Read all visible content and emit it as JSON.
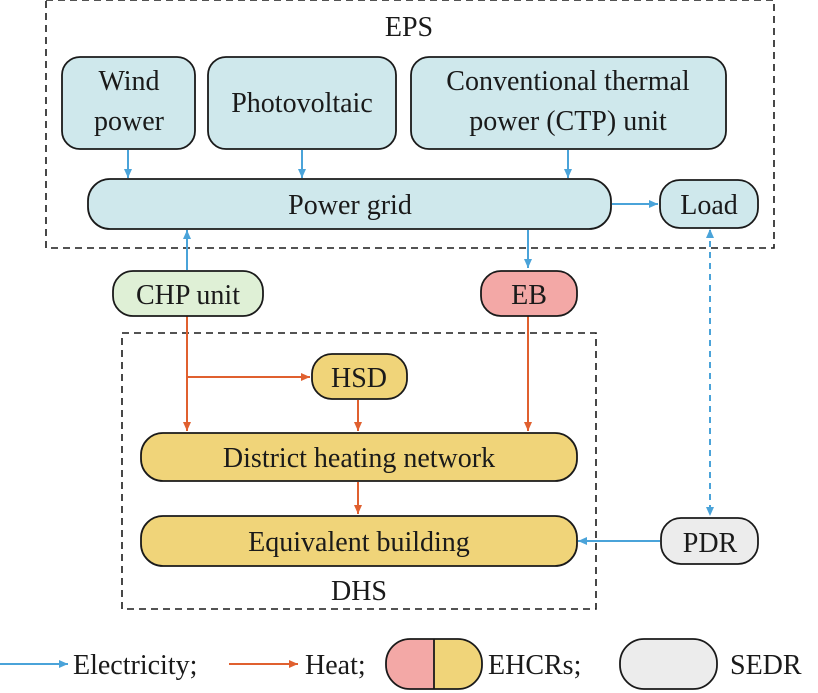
{
  "regions": {
    "eps": "EPS",
    "dhs": "DHS"
  },
  "nodes": {
    "wind_line1": "Wind",
    "wind_line2": "power",
    "photovoltaic": "Photovoltaic",
    "ctp_line1": "Conventional thermal",
    "ctp_line2": "power (CTP) unit",
    "power_grid": "Power grid",
    "load": "Load",
    "chp": "CHP unit",
    "eb": "EB",
    "hsd": "HSD",
    "dhn": "District heating network",
    "building": "Equivalent building",
    "pdr": "PDR"
  },
  "legend": {
    "electricity": "Electricity;",
    "heat": "Heat;",
    "ehcrs": "EHCRs;",
    "sedr": "SEDR"
  },
  "colors": {
    "electricity_arrow": "#4aa3d9",
    "heat_arrow": "#e0602f",
    "electric_node": "#cfe8ec",
    "chp_node": "#dff0d6",
    "eb_node": "#f3a8a6",
    "heat_node": "#f0d479",
    "sedr_node": "#ececec"
  }
}
